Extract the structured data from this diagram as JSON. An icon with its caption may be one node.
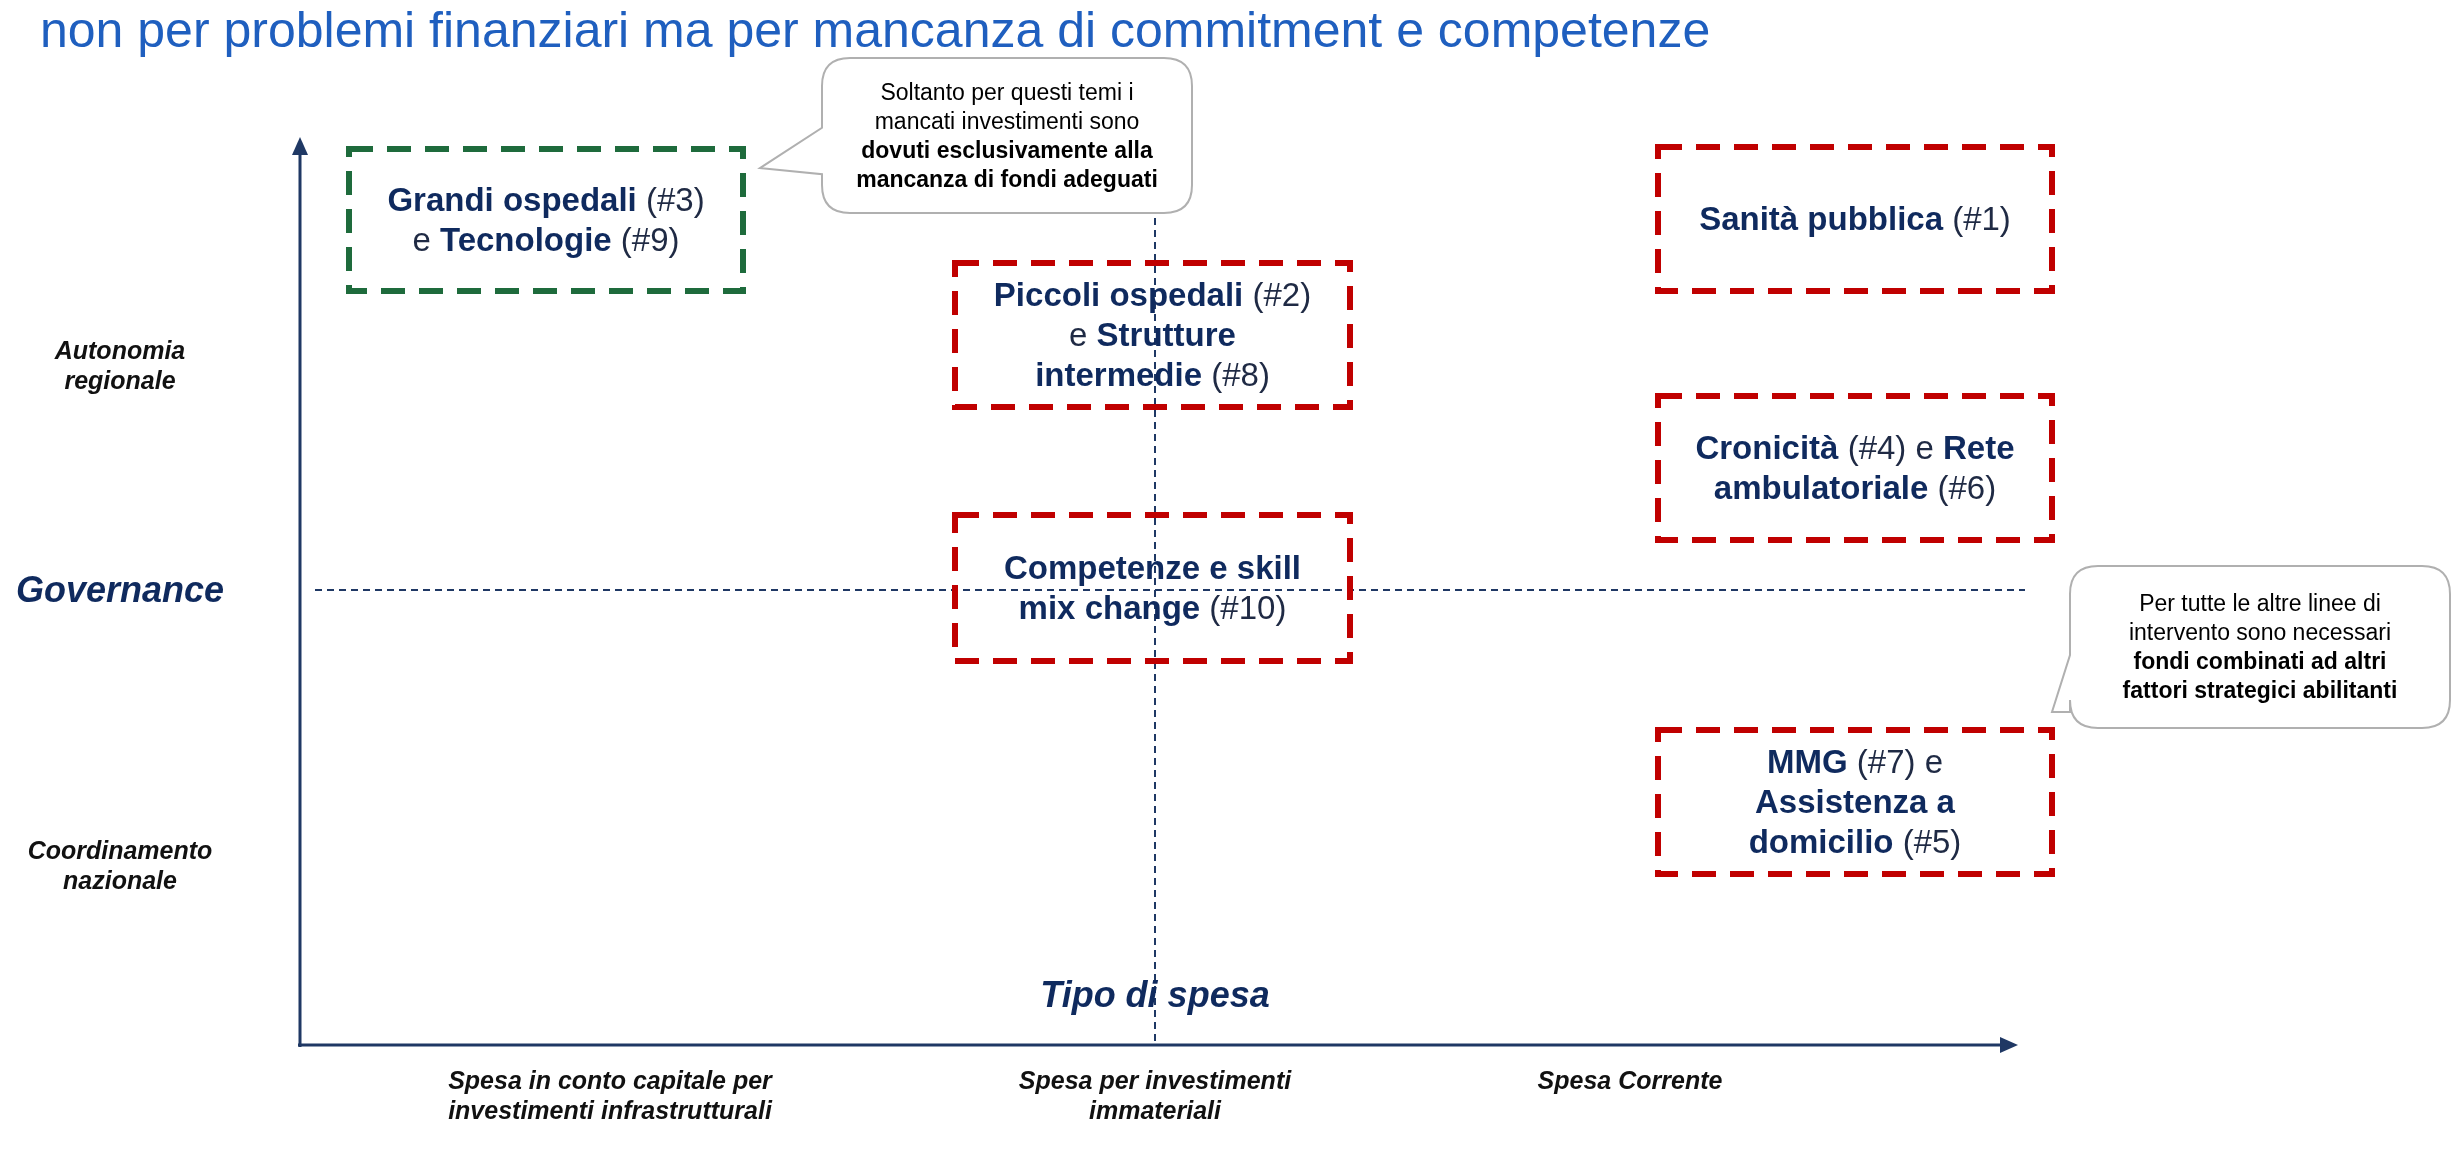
{
  "diagram": {
    "title": "non per problemi finanziari ma per mancanza di commitment e competenze",
    "nodes": [
      {
        "text": [
          "**Grandi ospedali** (#3) e **Tecnologie** (#9)"
        ]
      },
      {
        "text": [
          "**Sanità pubblica** (#1)"
        ]
      },
      {
        "text": [
          "**Piccoli ospedali** (#2) e **Strutture intermedie** (#8)"
        ]
      },
      {
        "text": [
          "**Cronicità** (#4) e **Rete ambulatoriale** (#6)"
        ]
      },
      {
        "text": [
          "**Competenze e skill mix change** (#10)"
        ]
      },
      {
        "text": [
          "**MMG** (#7) e **Assistenza a domicilio** (#5)"
        ]
      },
      {
        "text": [
          "Soltanto per questi temi i mancati investimenti sono **dovuti esclusivamente alla mancanza di fondi adeguati**"
        ]
      },
      {
        "text": [
          "Per tutte le altre linee di intervento sono necessari **fondi combinati ad altri fattori strategici abilitanti**"
        ]
      }
    ],
    "edges": [],
    "labels": [
      "Autonomia regionale",
      "Governance",
      "Coordinamento nazionale",
      "Tipo di spesa",
      "Spesa in conto capitale per investimenti infrastrutturali",
      "Spesa per investimenti immateriali",
      "Spesa Corrente"
    ]
  }
}
